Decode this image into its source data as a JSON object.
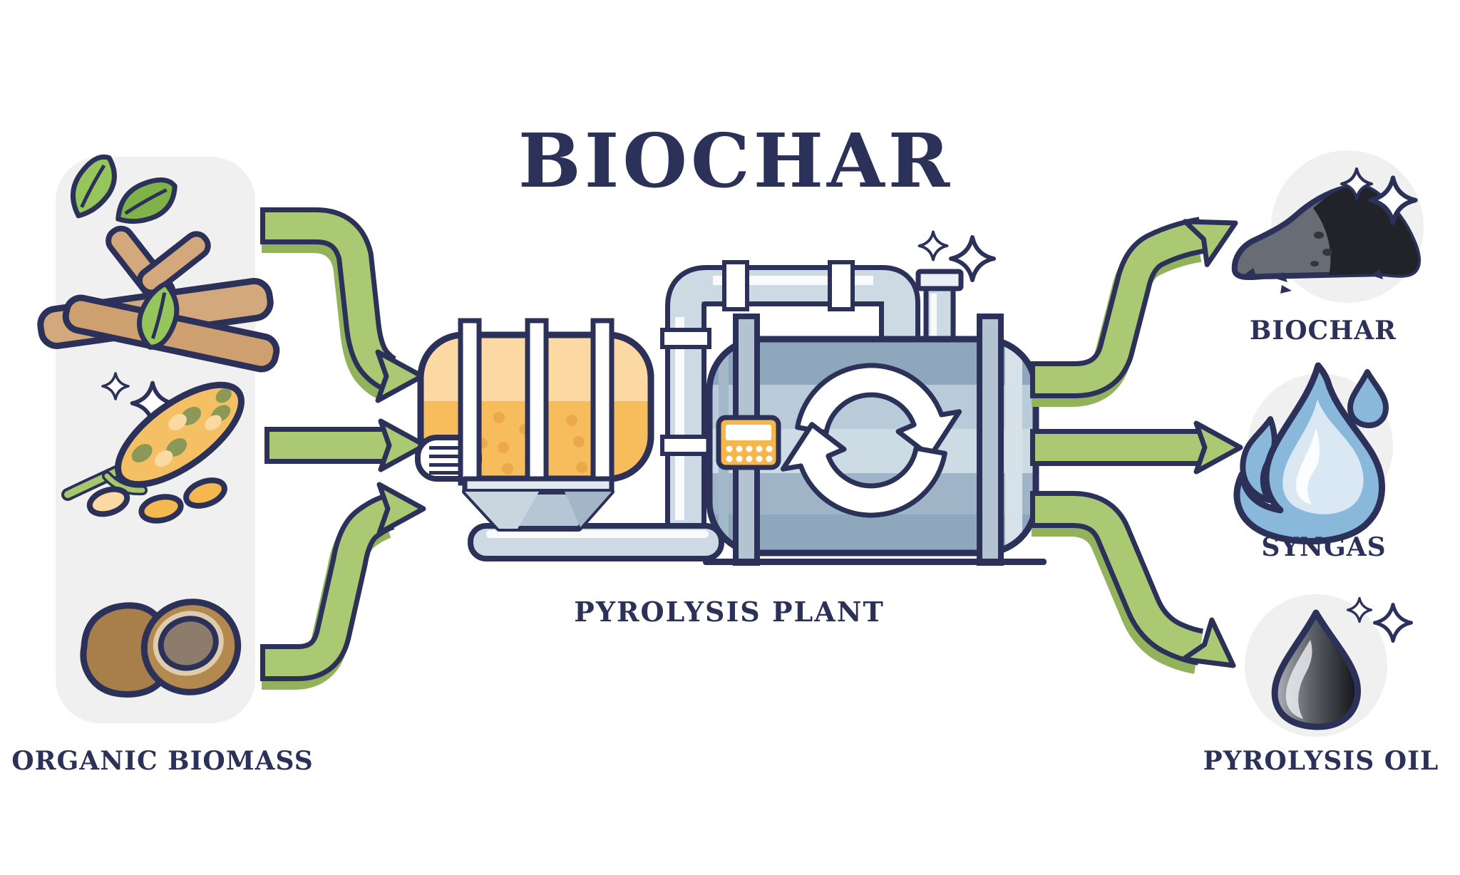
{
  "title": "BIOCHAR",
  "input": {
    "label": "ORGANIC BIOMASS",
    "icons": [
      "branches-icon",
      "wheat-grain-icon",
      "coconut-icon"
    ]
  },
  "plant": {
    "label": "PYROLYSIS PLANT",
    "parts": [
      "feeder-drum",
      "hopper",
      "feed-pipe",
      "chimney",
      "reactor-tank",
      "recycle-arrows",
      "control-panel"
    ]
  },
  "outputs": [
    {
      "label": "BIOCHAR",
      "icon": "biochar-pile-icon"
    },
    {
      "label": "SYNGAS",
      "icon": "flame-icon"
    },
    {
      "label": "PYROLYSIS OIL",
      "icon": "oil-drop-icon"
    }
  ],
  "colors": {
    "outline_navy": "#2b3158",
    "arrow_green": "#abc873",
    "arrow_green_shadow": "#93b25c",
    "panel_gray": "#f0f0f1",
    "feeder_yellow_light": "#fcd9a2",
    "feeder_yellow_dark": "#f7bd5c",
    "feeder_dots": "#eca94b",
    "pipe_blue": "#cdd9e3",
    "tank_blue": "#8fa7bc",
    "tank_band_light": "#cddbe4",
    "control_panel_orange": "#f6b64b",
    "flame_blue": "#8ab8da",
    "biochar_black": "#212329"
  }
}
